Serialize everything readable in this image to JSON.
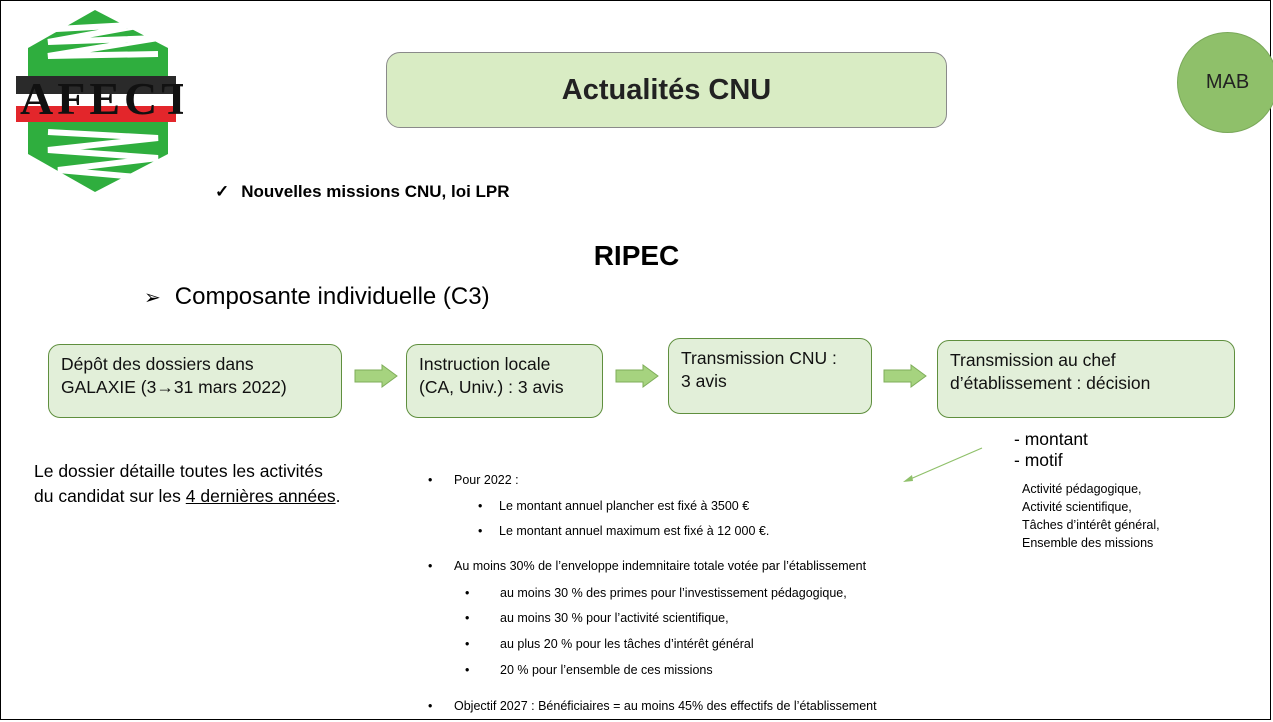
{
  "logo": {
    "text": "AFECT"
  },
  "header": {
    "title": "Actualités CNU",
    "badge": "MAB"
  },
  "checklist": {
    "icon": "check-icon",
    "text": "Nouvelles missions CNU, loi LPR"
  },
  "section": {
    "title": "RIPEC",
    "subtitle": "Composante individuelle (C3)"
  },
  "steps": [
    {
      "line1": "Dépôt des dossiers dans",
      "line2": "GALAXIE (3→31 mars 2022)"
    },
    {
      "line1": "Instruction locale",
      "line2": "(CA, Univ.) : 3 avis"
    },
    {
      "line1": "Transmission CNU :",
      "line2": "3 avis"
    },
    {
      "line1": "Transmission au chef",
      "line2": "d’établissement : décision"
    }
  ],
  "dossier": {
    "line1": "Le dossier détaille toutes les activités",
    "line2_pre": "du candidat sur les ",
    "line2_u": "4 dernières années",
    "line2_post": "."
  },
  "decision": {
    "items": [
      "- montant",
      "- motif"
    ],
    "motifs": [
      "Activité pédagogique,",
      "Activité scientifique,",
      "Tâches d’intérêt général,",
      "Ensemble des missions"
    ]
  },
  "bullets": {
    "pour2022": "Pour 2022 :",
    "pour2022_sub": [
      "Le montant annuel plancher est fixé à 3500 €",
      "Le montant annuel maximum est fixé à 12 000 €."
    ],
    "enveloppe": "Au moins 30% de l’enveloppe indemnitaire totale votée par l’établissement",
    "enveloppe_sub": [
      "au moins 30 % des primes pour l’investissement pédagogique,",
      "au moins 30 % pour l’activité scientifique,",
      "au plus 20 % pour les tâches d’intérêt général",
      "20 % pour l’ensemble de ces missions"
    ],
    "objectif": "Objectif 2027 : Bénéficiaires = au moins 45% des effectifs de l’établissement"
  },
  "colors": {
    "title_bg": "#d9ecc4",
    "badge_bg": "#8fc06a",
    "step_bg": "#e2efd9",
    "arrow": "#a6d37f",
    "logo_green": "#2fae3e",
    "logo_red": "#e3262b"
  }
}
